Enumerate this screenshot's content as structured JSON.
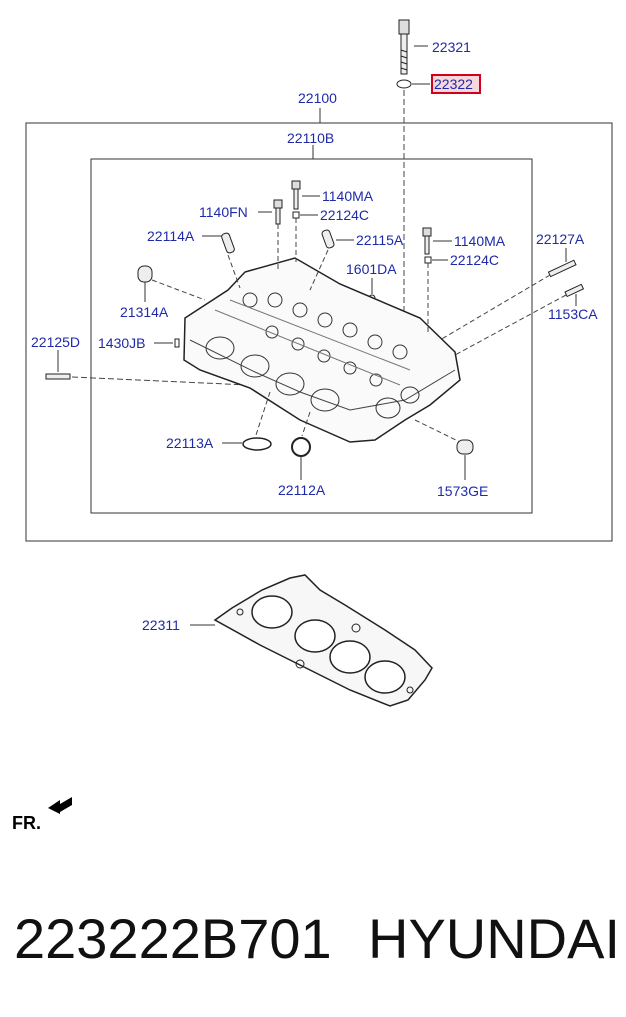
{
  "labels": {
    "l22321": "22321",
    "l22322": "22322",
    "l22100": "22100",
    "l22110B": "22110B",
    "l1140MA_a": "1140MA",
    "l1140FN": "1140FN",
    "l22124C_a": "22124C",
    "l22114A": "22114A",
    "l22115A": "22115A",
    "l1140MA_b": "1140MA",
    "l22127A": "22127A",
    "l1601DA": "1601DA",
    "l22124C_b": "22124C",
    "l21314A": "21314A",
    "l1153CA": "1153CA",
    "l22125D": "22125D",
    "l1430JB": "1430JB",
    "l22113A": "22113A",
    "l22112A": "22112A",
    "l1573GE": "1573GE",
    "l22311": "22311",
    "fr": "FR."
  },
  "footer": {
    "part_number": "223222B701",
    "brand": "HYUNDAI"
  },
  "colors": {
    "label": "#1f2aa8",
    "highlight_border": "#d0021b",
    "highlight_fill": "#f6d7dc",
    "lines": "#222222"
  }
}
